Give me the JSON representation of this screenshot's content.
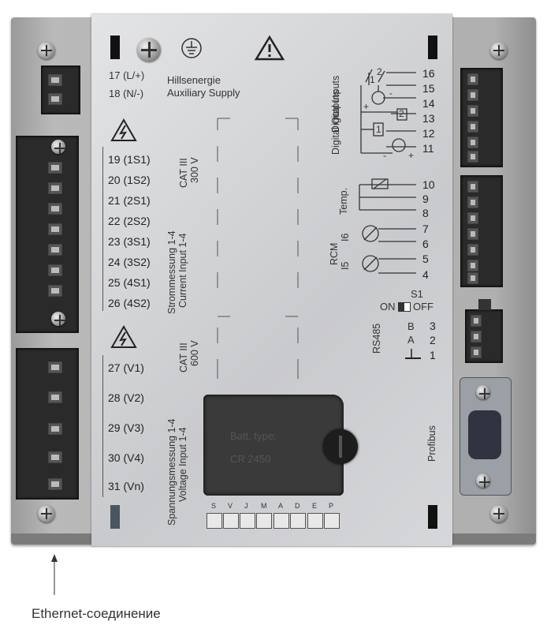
{
  "supply": {
    "l_plus": "17 (L/+)",
    "n_minus": "18 (N/-)",
    "label_de": "Hillsenergie",
    "label_en": "Auxiliary Supply"
  },
  "current_terminals": [
    "19 (1S1)",
    "20 (1S2)",
    "21 (2S1)",
    "22 (2S2)",
    "23 (3S1)",
    "24 (3S2)",
    "25 (4S1)",
    "26 (4S2)"
  ],
  "current_labels": {
    "de": "Strommessung 1-4",
    "en": "Current Input 1-4",
    "cat": "CAT III",
    "volt": "300 V"
  },
  "voltage_terminals": [
    "27 (V1)",
    "28 (V2)",
    "29 (V3)",
    "30 (V4)",
    "31 (Vn)"
  ],
  "voltage_labels": {
    "de": "Spannungsmessung 1-4",
    "en": "Voltage Input 1-4",
    "cat": "CAT III",
    "volt": "600 V"
  },
  "battery": {
    "line1": "Batt. type:",
    "line2": "CR 2450"
  },
  "status_leds": [
    "S",
    "V",
    "J",
    "M",
    "A",
    "D",
    "E",
    "P"
  ],
  "digital": {
    "numbers": [
      "16",
      "15",
      "14",
      "13",
      "12",
      "11"
    ],
    "inputs_label": "Digital Inputs",
    "outputs_label": "Digital Outputs",
    "switch1": "1",
    "switch2": "2",
    "box1": "1",
    "box2": "2",
    "plus": "+",
    "minus": "-"
  },
  "temp": {
    "numbers": [
      "10",
      "9",
      "8"
    ],
    "label": "Temp."
  },
  "rcm": {
    "numbers": [
      "7",
      "6",
      "5",
      "4"
    ],
    "label": "RCM",
    "i5": "I5",
    "i6": "I6"
  },
  "rs485": {
    "switch_name": "S1",
    "on": "ON",
    "off": "OFF",
    "label": "RS485",
    "pins": [
      {
        "name": "B",
        "num": "3"
      },
      {
        "name": "A",
        "num": "2"
      },
      {
        "name": "",
        "num": "1"
      }
    ]
  },
  "profibus": "Profibus",
  "ethernet": "Ethernet-соединение"
}
